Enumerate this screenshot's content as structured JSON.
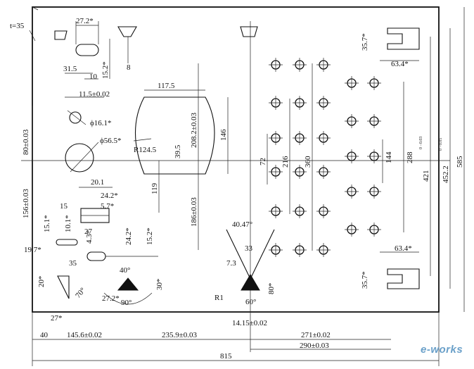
{
  "thickness_label": "t=35",
  "dimensions": {
    "top_slot_width": "27.2*",
    "slot_offset_a": "31.5",
    "slot_offset_b": "10",
    "slot_height": "15.2*",
    "small_notch": "8",
    "hole_spacing": "11.5±0.02",
    "hole_small": "ϕ16.1*",
    "hole_large": "ϕ56.5*",
    "left_height_1": "80±0.03",
    "left_height_2": "156±0.03",
    "window_width": "117.5",
    "window_height": "208.2±0.03",
    "window_radius": "R124.5",
    "window_inner": "39.5",
    "right_span": "146",
    "lower_height": "119",
    "lower_right_height": "186±0.03",
    "mid_a": "20.1",
    "mid_b": "24.2*",
    "mid_c": "5.7*",
    "small_15": "15",
    "small_151": "15.1*",
    "small_101": "10.1*",
    "small_27": "27",
    "small_43": "4.3*",
    "small_242": "24.2*",
    "small_152": "15.2*",
    "small_197": "19.7*",
    "small_35": "35",
    "angle_left": "40°",
    "angle_left_bottom": "90°",
    "vertical_30": "30*",
    "vertical_20": "20*",
    "angle_70": "70°",
    "bottom_27a": "27*",
    "bottom_272": "27.2*",
    "angle_cone": "40.47°",
    "cone_33": "33",
    "cone_73": "7.3",
    "cone_r": "R1",
    "cone_60": "60°",
    "cone_80": "80*",
    "right_357_top": "35.7*",
    "right_634_top": "63.4*",
    "right_634_bottom": "63.4*",
    "right_357_bottom": "35.7*",
    "grid_72": "72",
    "grid_216": "216",
    "grid_360": "360",
    "grid_144": "144",
    "grid_288": "288",
    "overall_421": "421",
    "overall_421_tol": "0 −0.03",
    "overall_4522": "452.2",
    "overall_4522_tol": "0 −0.05",
    "overall_585": "585",
    "bottom_40": "40",
    "bottom_1456": "145.6±0.02",
    "bottom_2359": "235.9±0.03",
    "bottom_1415": "14.15±0.02",
    "bottom_271": "271±0.02",
    "bottom_290": "290±0.03",
    "overall_815": "815"
  },
  "watermark": "e-works"
}
